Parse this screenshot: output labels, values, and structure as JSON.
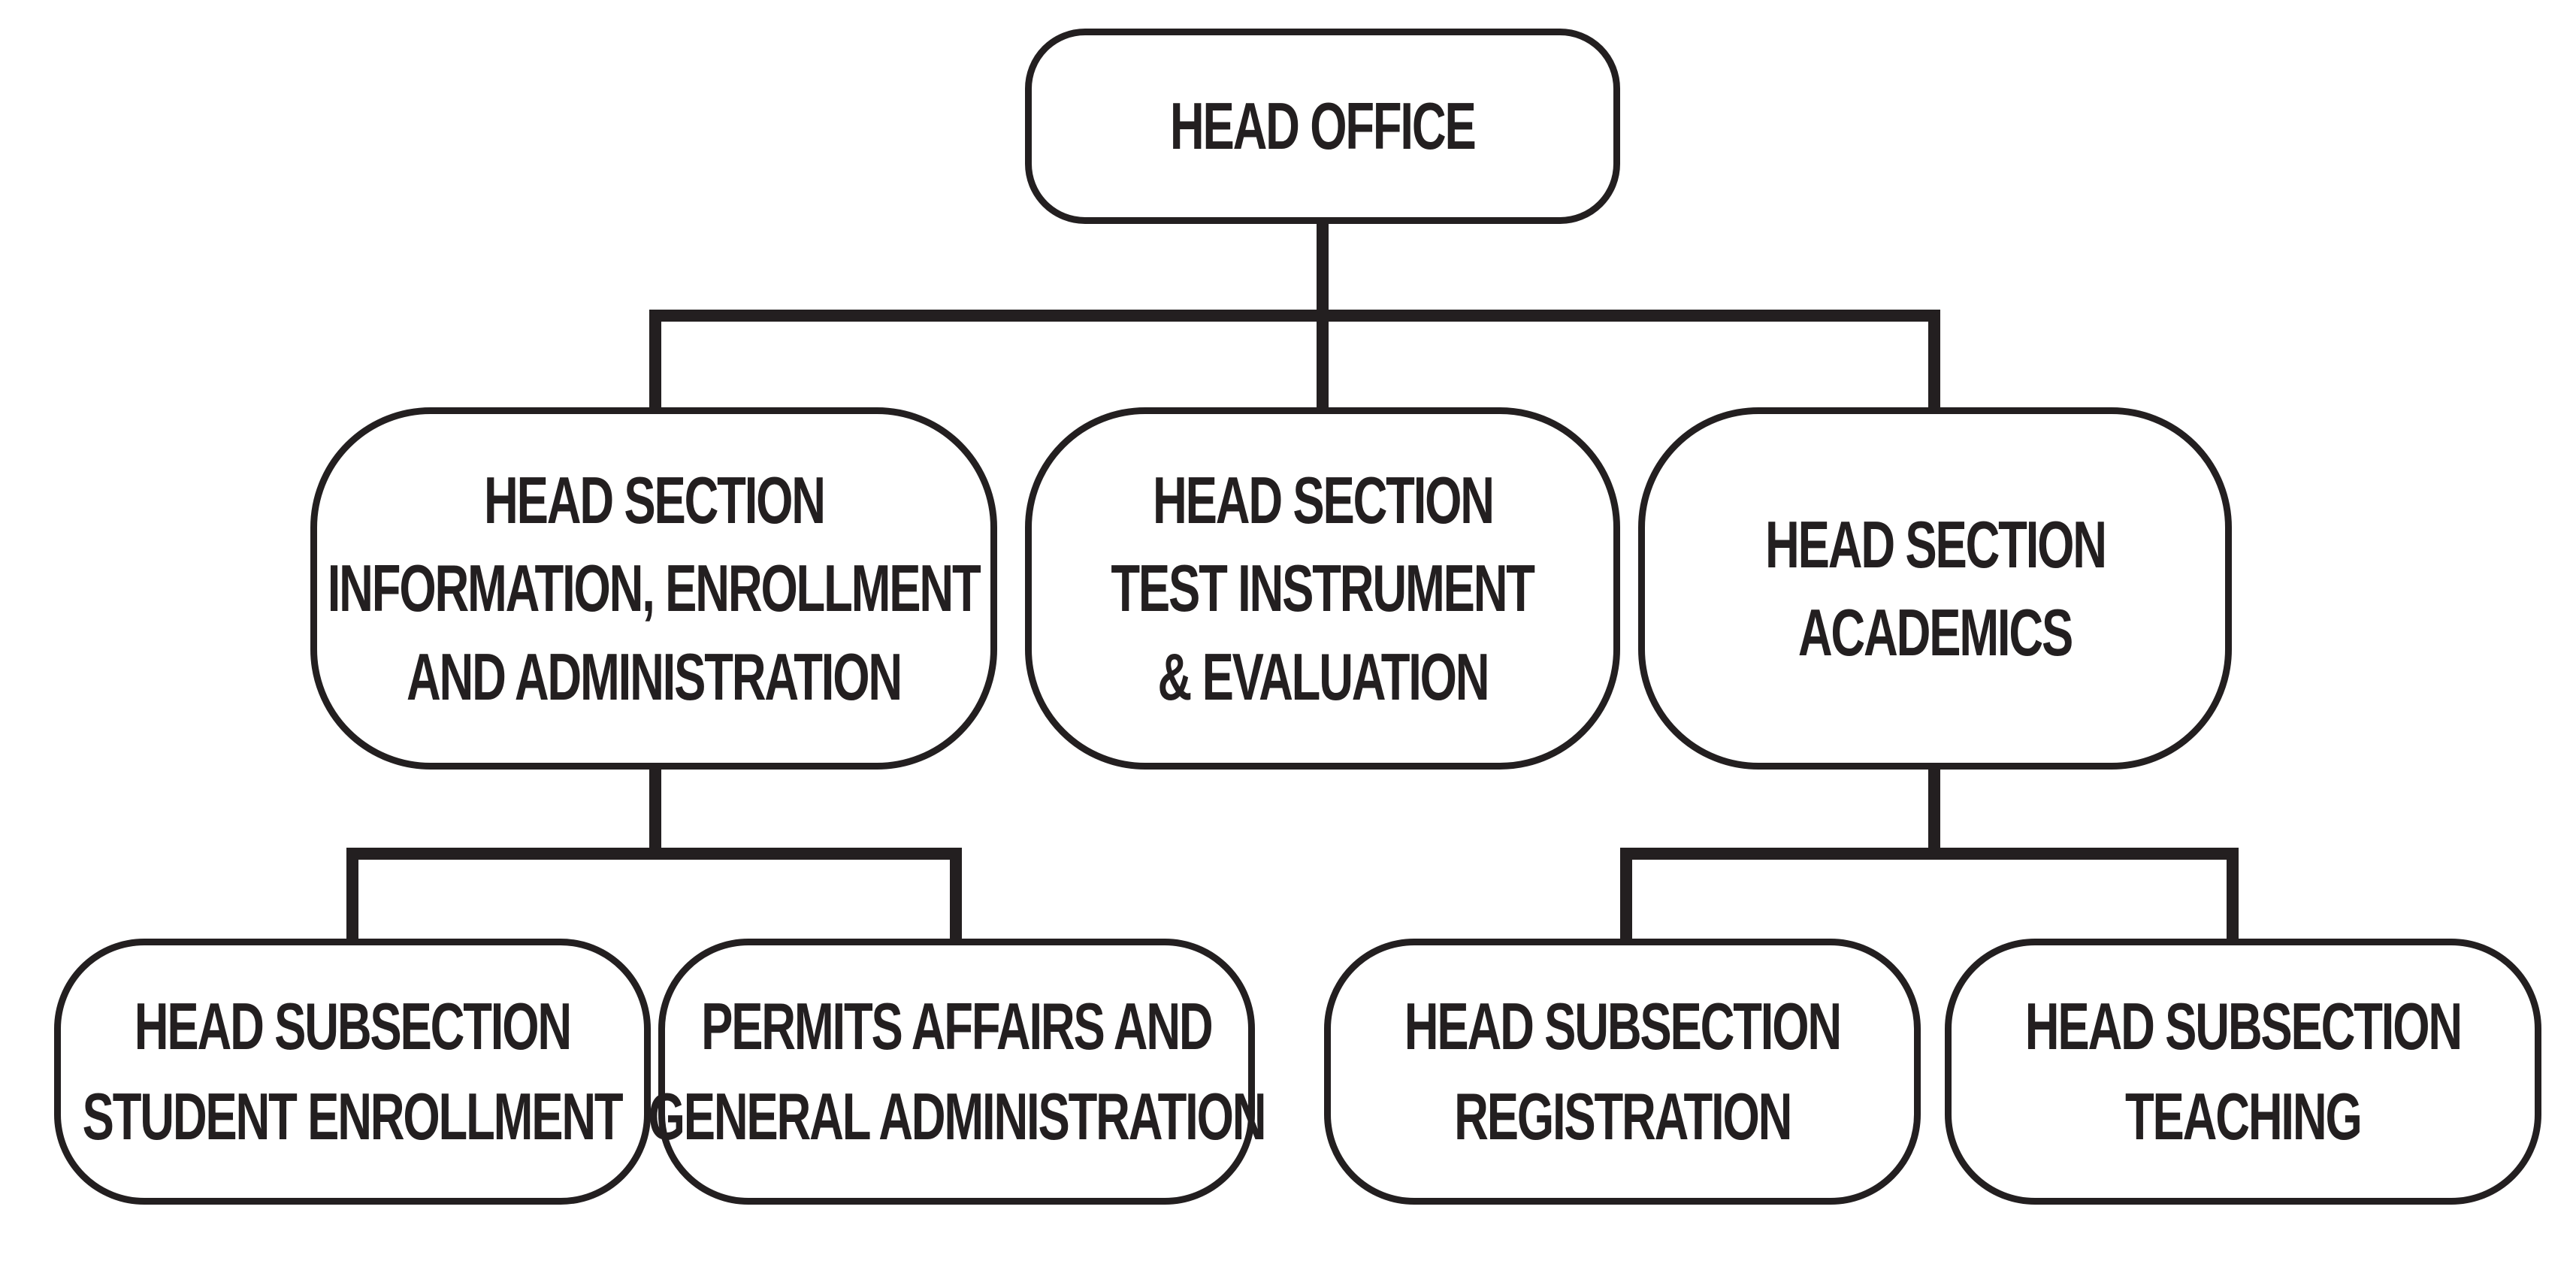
{
  "org_chart": {
    "root": {
      "lines": [
        "HEAD OFFICE"
      ]
    },
    "sections": [
      {
        "lines": [
          "HEAD SECTION",
          "INFORMATION,  ENROLLMENT",
          "AND ADMINISTRATION"
        ],
        "subsections": [
          {
            "lines": [
              "HEAD SUBSECTION",
              "STUDENT ENROLLMENT"
            ]
          },
          {
            "lines": [
              "PERMITS AFFAIRS AND",
              "GENERAL ADMINISTRATION"
            ]
          }
        ]
      },
      {
        "lines": [
          "HEAD SECTION",
          "TEST INSTRUMENT",
          "& EVALUATION"
        ],
        "subsections": []
      },
      {
        "lines": [
          "HEAD SECTION",
          "ACADEMICS"
        ],
        "subsections": [
          {
            "lines": [
              "HEAD SUBSECTION",
              "REGISTRATION"
            ]
          },
          {
            "lines": [
              "HEAD SUBSECTION",
              "TEACHING"
            ]
          }
        ]
      }
    ]
  }
}
